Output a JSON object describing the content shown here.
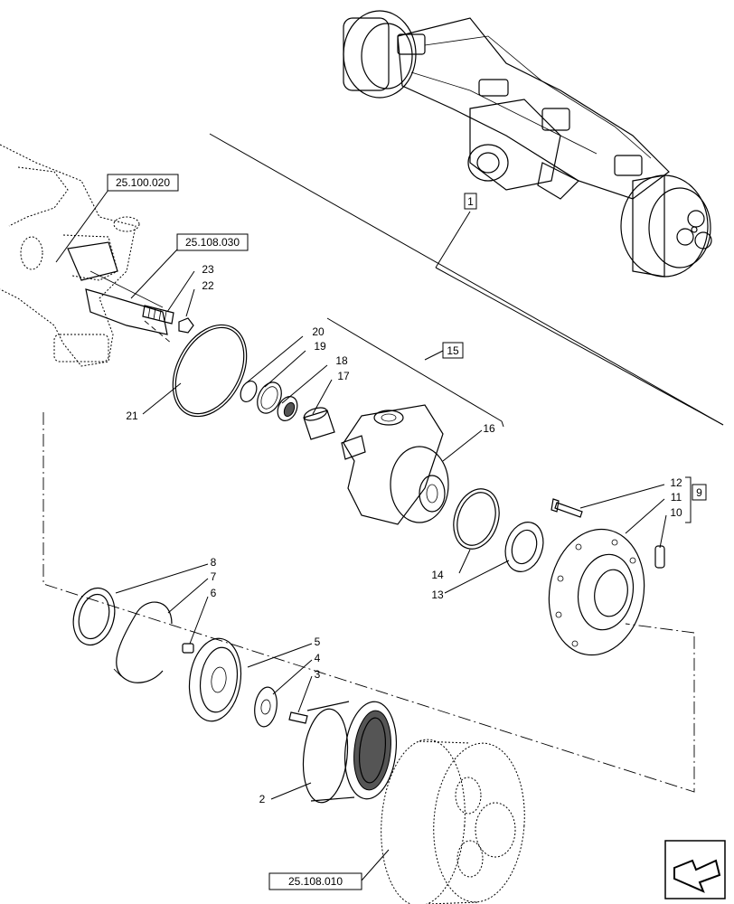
{
  "references": [
    {
      "id": "ref-25-100-020",
      "text": "25.100.020"
    },
    {
      "id": "ref-25-108-030",
      "text": "25.108.030"
    },
    {
      "id": "ref-25-108-010",
      "text": "25.108.010"
    }
  ],
  "boxed_callouts": {
    "c1": "1",
    "c15": "15",
    "c9": "9"
  },
  "callouts": {
    "n2": "2",
    "n3": "3",
    "n4": "4",
    "n5": "5",
    "n6": "6",
    "n7": "7",
    "n8": "8",
    "n10": "10",
    "n11": "11",
    "n12": "12",
    "n13": "13",
    "n14": "14",
    "n16": "16",
    "n17": "17",
    "n18": "18",
    "n19": "19",
    "n20": "20",
    "n21": "21",
    "n22": "22",
    "n23": "23"
  },
  "icons": [
    "axle-assembly-icon",
    "driveshaft-ghost-icon",
    "planetary-ghost-icon",
    "previous-page-arrow-icon"
  ]
}
